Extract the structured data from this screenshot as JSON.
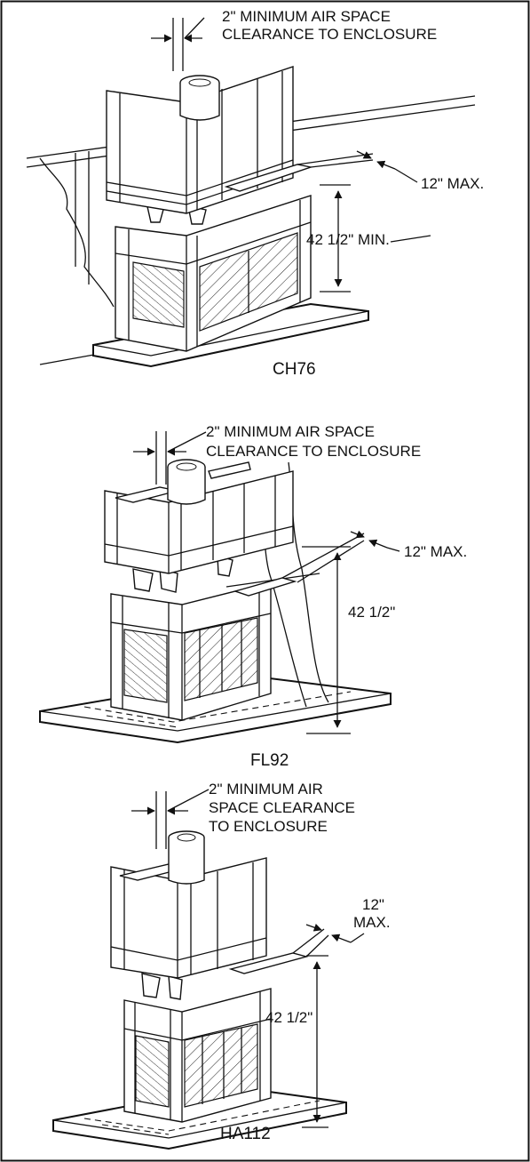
{
  "figures": [
    {
      "model": "CH76",
      "clearance_label": [
        "2\" MINIMUM AIR SPACE",
        "CLEARANCE TO ENCLOSURE"
      ],
      "max_label": [
        "12\" MAX."
      ],
      "height_label": "42 1/2\" MIN."
    },
    {
      "model": "FL92",
      "clearance_label": [
        "2\" MINIMUM AIR SPACE",
        "CLEARANCE TO ENCLOSURE"
      ],
      "max_label": [
        "12\" MAX."
      ],
      "height_label": "42 1/2\""
    },
    {
      "model": "HA112",
      "clearance_label": [
        "2\" MINIMUM AIR",
        "SPACE CLEARANCE",
        "TO ENCLOSURE"
      ],
      "max_label": [
        "12\"",
        "MAX."
      ],
      "height_label": "42 1/2\""
    }
  ]
}
